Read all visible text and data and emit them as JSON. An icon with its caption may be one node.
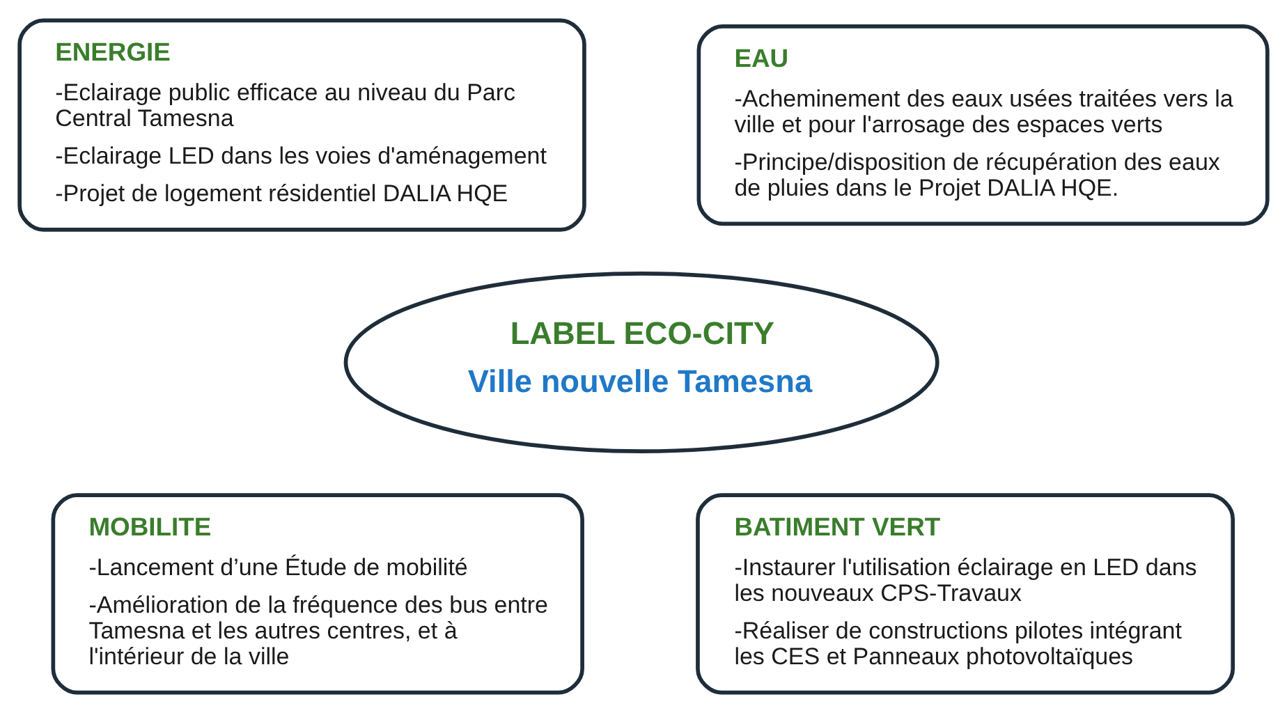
{
  "diagram": {
    "nodes": [
      {
        "text": [
          "ENERGIE",
          "-Eclairage public efficace au niveau du Parc Central Tamesna",
          "-Eclairage LED dans les voies d'aménagement",
          "-Projet de logement résidentiel DALIA HQE"
        ]
      },
      {
        "text": [
          "EAU",
          "-Acheminement des eaux usées traitées vers la ville et pour l'arrosage des espaces verts",
          "-Principe/disposition de récupération des eaux de pluies dans le Projet DALIA HQE."
        ]
      },
      {
        "text": [
          "LABEL ECO-CITY",
          "Ville nouvelle Tamesna"
        ]
      },
      {
        "text": [
          "MOBILITE",
          "-Lancement d’une Étude de mobilité",
          "-Amélioration de la fréquence des bus entre Tamesna et les autres centres, et à l'intérieur de la ville"
        ]
      },
      {
        "text": [
          "BATIMENT VERT",
          "-Instaurer l'utilisation éclairage en LED dans les nouveaux CPS-Travaux",
          "-Réaliser de constructions pilotes intégrant les CES et Panneaux photovoltaïques"
        ]
      }
    ]
  }
}
